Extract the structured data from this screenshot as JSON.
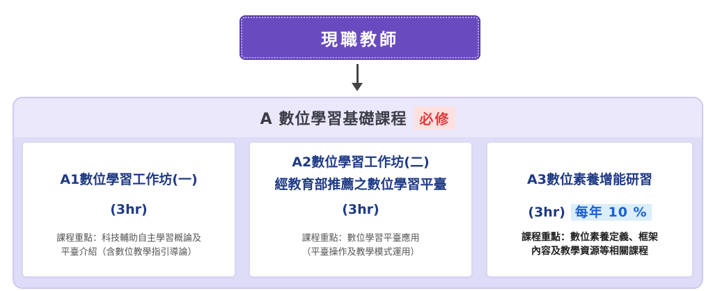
{
  "top": {
    "label": "現職教師"
  },
  "panel": {
    "title": "A 數位學習基礎課程",
    "required": "必修"
  },
  "cards": [
    {
      "title_lines": [
        "A1數位學習工作坊(一)"
      ],
      "hours": "(3hr)",
      "note_lines": [
        "課程重點：科技輔助自主學習概論及",
        "平臺介紹（含數位教學指引導論）"
      ]
    },
    {
      "title_lines": [
        "A2數位學習工作坊(二)",
        "經教育部推薦之數位學習平臺"
      ],
      "hours": "(3hr)",
      "note_lines": [
        "課程重點：數位學習平臺應用",
        "（平臺操作及教學模式運用）"
      ]
    },
    {
      "title_lines": [
        "A3數位素養增能研習"
      ],
      "hours": "(3hr)",
      "badge": "每年 10 %",
      "note_lines": [
        "課程重點：數位素養定義、框架",
        "內容及教學資源等相關課程"
      ]
    }
  ]
}
